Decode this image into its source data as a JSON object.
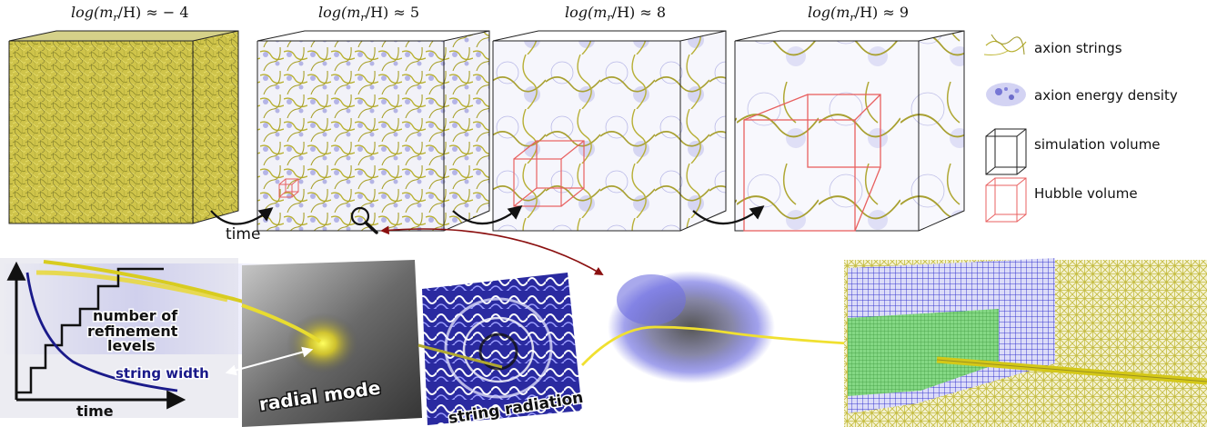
{
  "panels": [
    {
      "title_prefix": "log(m",
      "title_sub": "r",
      "title_suffix": "/H) ≈ − 4"
    },
    {
      "title_prefix": "log(m",
      "title_sub": "r",
      "title_suffix": "/H) ≈ 5"
    },
    {
      "title_prefix": "log(m",
      "title_sub": "r",
      "title_suffix": "/H) ≈ 8"
    },
    {
      "title_prefix": "log(m",
      "title_sub": "r",
      "title_suffix": "/H) ≈ 9"
    }
  ],
  "legend": [
    {
      "label": "axion strings",
      "icon": "axion-strings-swatch"
    },
    {
      "label": "axion energy density",
      "icon": "energy-density-swatch"
    },
    {
      "label": "simulation volume",
      "icon": "simulation-cube-swatch"
    },
    {
      "label": "Hubble volume",
      "icon": "hubble-cube-swatch"
    }
  ],
  "arrow_label": "time",
  "inset": {
    "refinement_label_line1": "number of",
    "refinement_label_line2": "refinement",
    "refinement_label_line3": "levels",
    "string_width_label": "string width",
    "time_axis_label": "time"
  },
  "bottom_labels": {
    "radial_mode": "radial mode",
    "string_radiation": "string radiation"
  },
  "colors": {
    "string": "#c8c030",
    "energy": "#3a3ad0",
    "hubble": "#e86060",
    "cube": "#222222",
    "grid_green": "#5fc85f",
    "grid_blue": "#4848d8",
    "link_arrow": "#8b1010",
    "string_width_curve": "#1a1a8a"
  }
}
